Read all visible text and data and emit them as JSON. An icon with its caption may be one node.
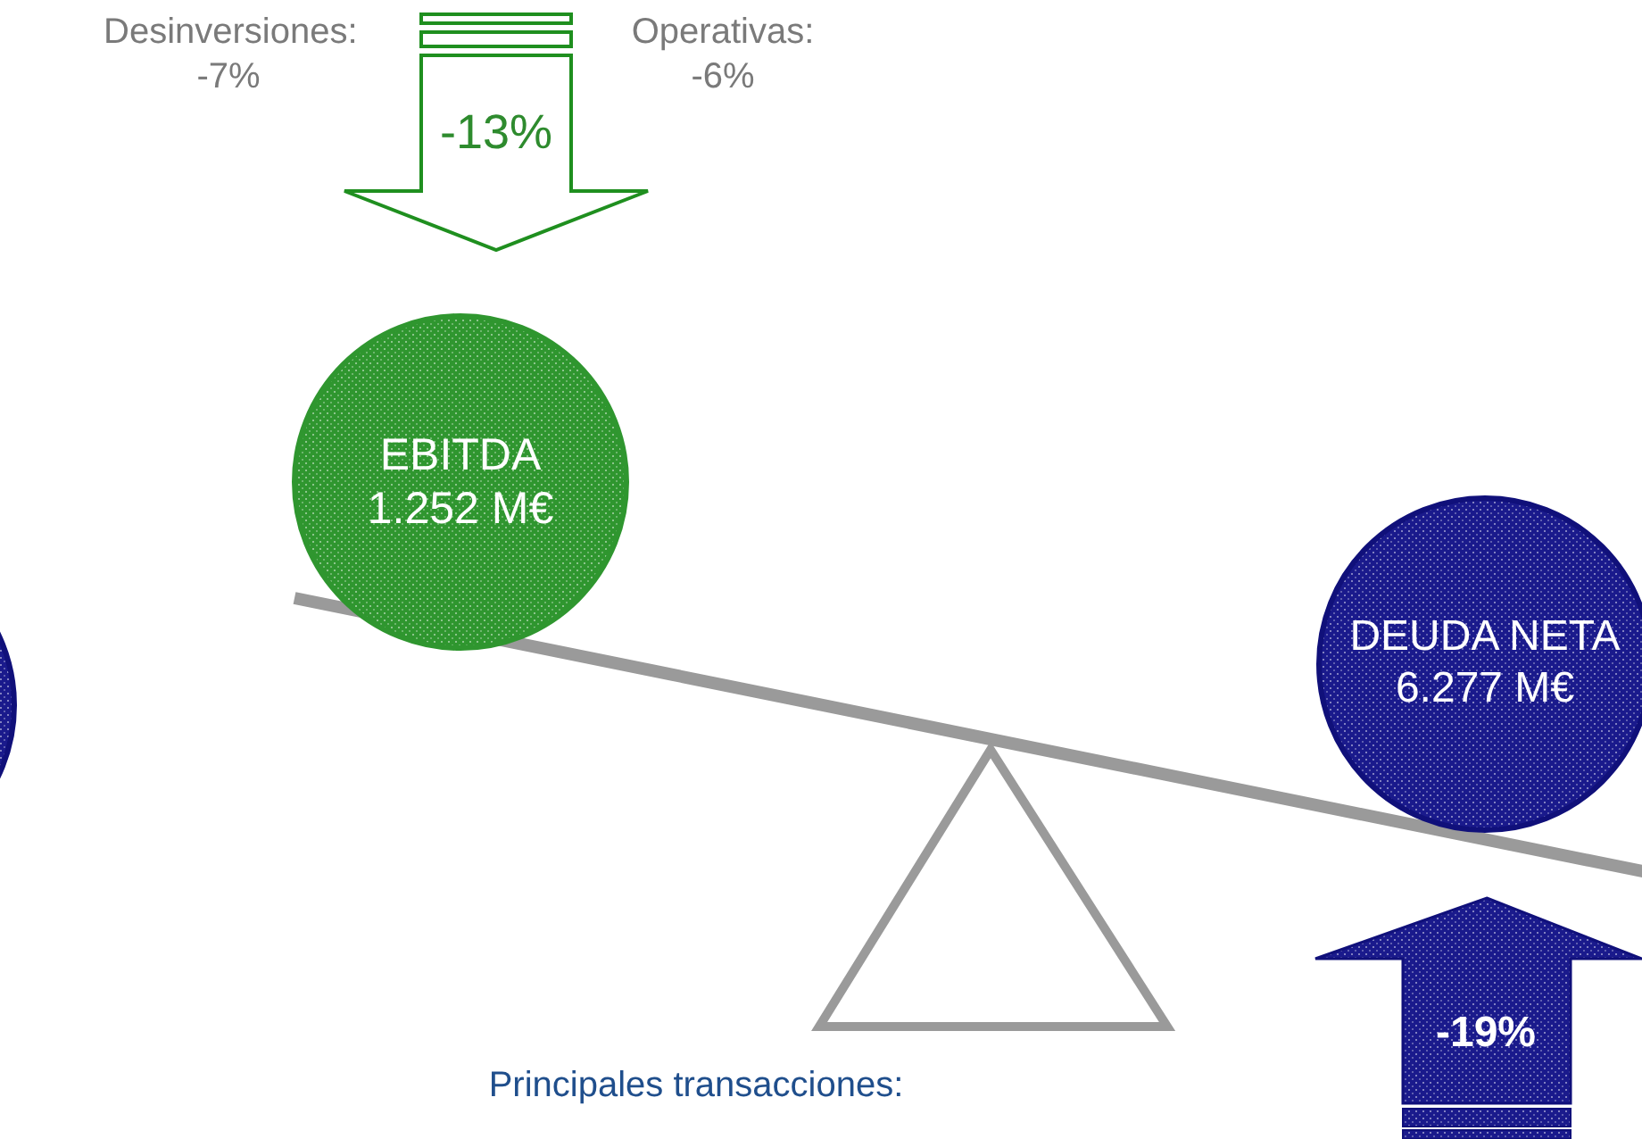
{
  "diagram": {
    "nodes": [
      {
        "text": [
          "-13%"
        ]
      },
      {
        "text": [
          "EBITDA 1.252 M€"
        ]
      },
      {
        "text": [],
        "shape": "circle"
      },
      {
        "text": [
          "DEUDA NETA 6.277 M€"
        ]
      },
      {
        "text": [
          "-19%"
        ]
      }
    ],
    "labels": [
      "Desinversiones: -7%",
      "Operativas: -6%",
      "Principales transacciones:"
    ]
  }
}
